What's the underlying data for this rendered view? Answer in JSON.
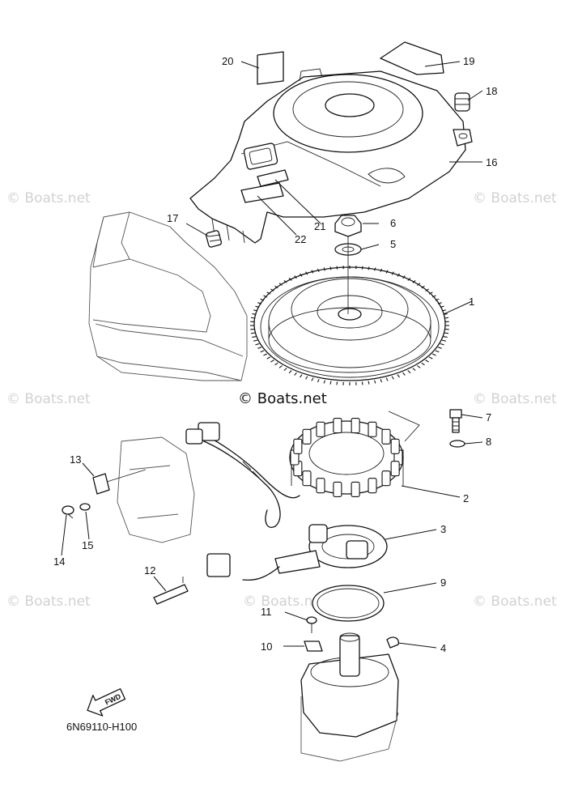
{
  "diagram": {
    "code": "6N69110-H100",
    "direction_label": "FWD",
    "watermark_main": "© Boats.net",
    "watermark_side": "© Boats.net"
  },
  "callouts": [
    {
      "id": "callout-1",
      "label": "1"
    },
    {
      "id": "callout-2",
      "label": "2"
    },
    {
      "id": "callout-3",
      "label": "3"
    },
    {
      "id": "callout-4",
      "label": "4"
    },
    {
      "id": "callout-5",
      "label": "5"
    },
    {
      "id": "callout-6",
      "label": "6"
    },
    {
      "id": "callout-7",
      "label": "7"
    },
    {
      "id": "callout-8",
      "label": "8"
    },
    {
      "id": "callout-9",
      "label": "9"
    },
    {
      "id": "callout-10",
      "label": "10"
    },
    {
      "id": "callout-11",
      "label": "11"
    },
    {
      "id": "callout-12",
      "label": "12"
    },
    {
      "id": "callout-13",
      "label": "13"
    },
    {
      "id": "callout-14",
      "label": "14"
    },
    {
      "id": "callout-15",
      "label": "15"
    },
    {
      "id": "callout-16",
      "label": "16"
    },
    {
      "id": "callout-17",
      "label": "17"
    },
    {
      "id": "callout-18",
      "label": "18"
    },
    {
      "id": "callout-19",
      "label": "19"
    },
    {
      "id": "callout-20",
      "label": "20"
    },
    {
      "id": "callout-21",
      "label": "21"
    },
    {
      "id": "callout-22",
      "label": "22"
    }
  ]
}
